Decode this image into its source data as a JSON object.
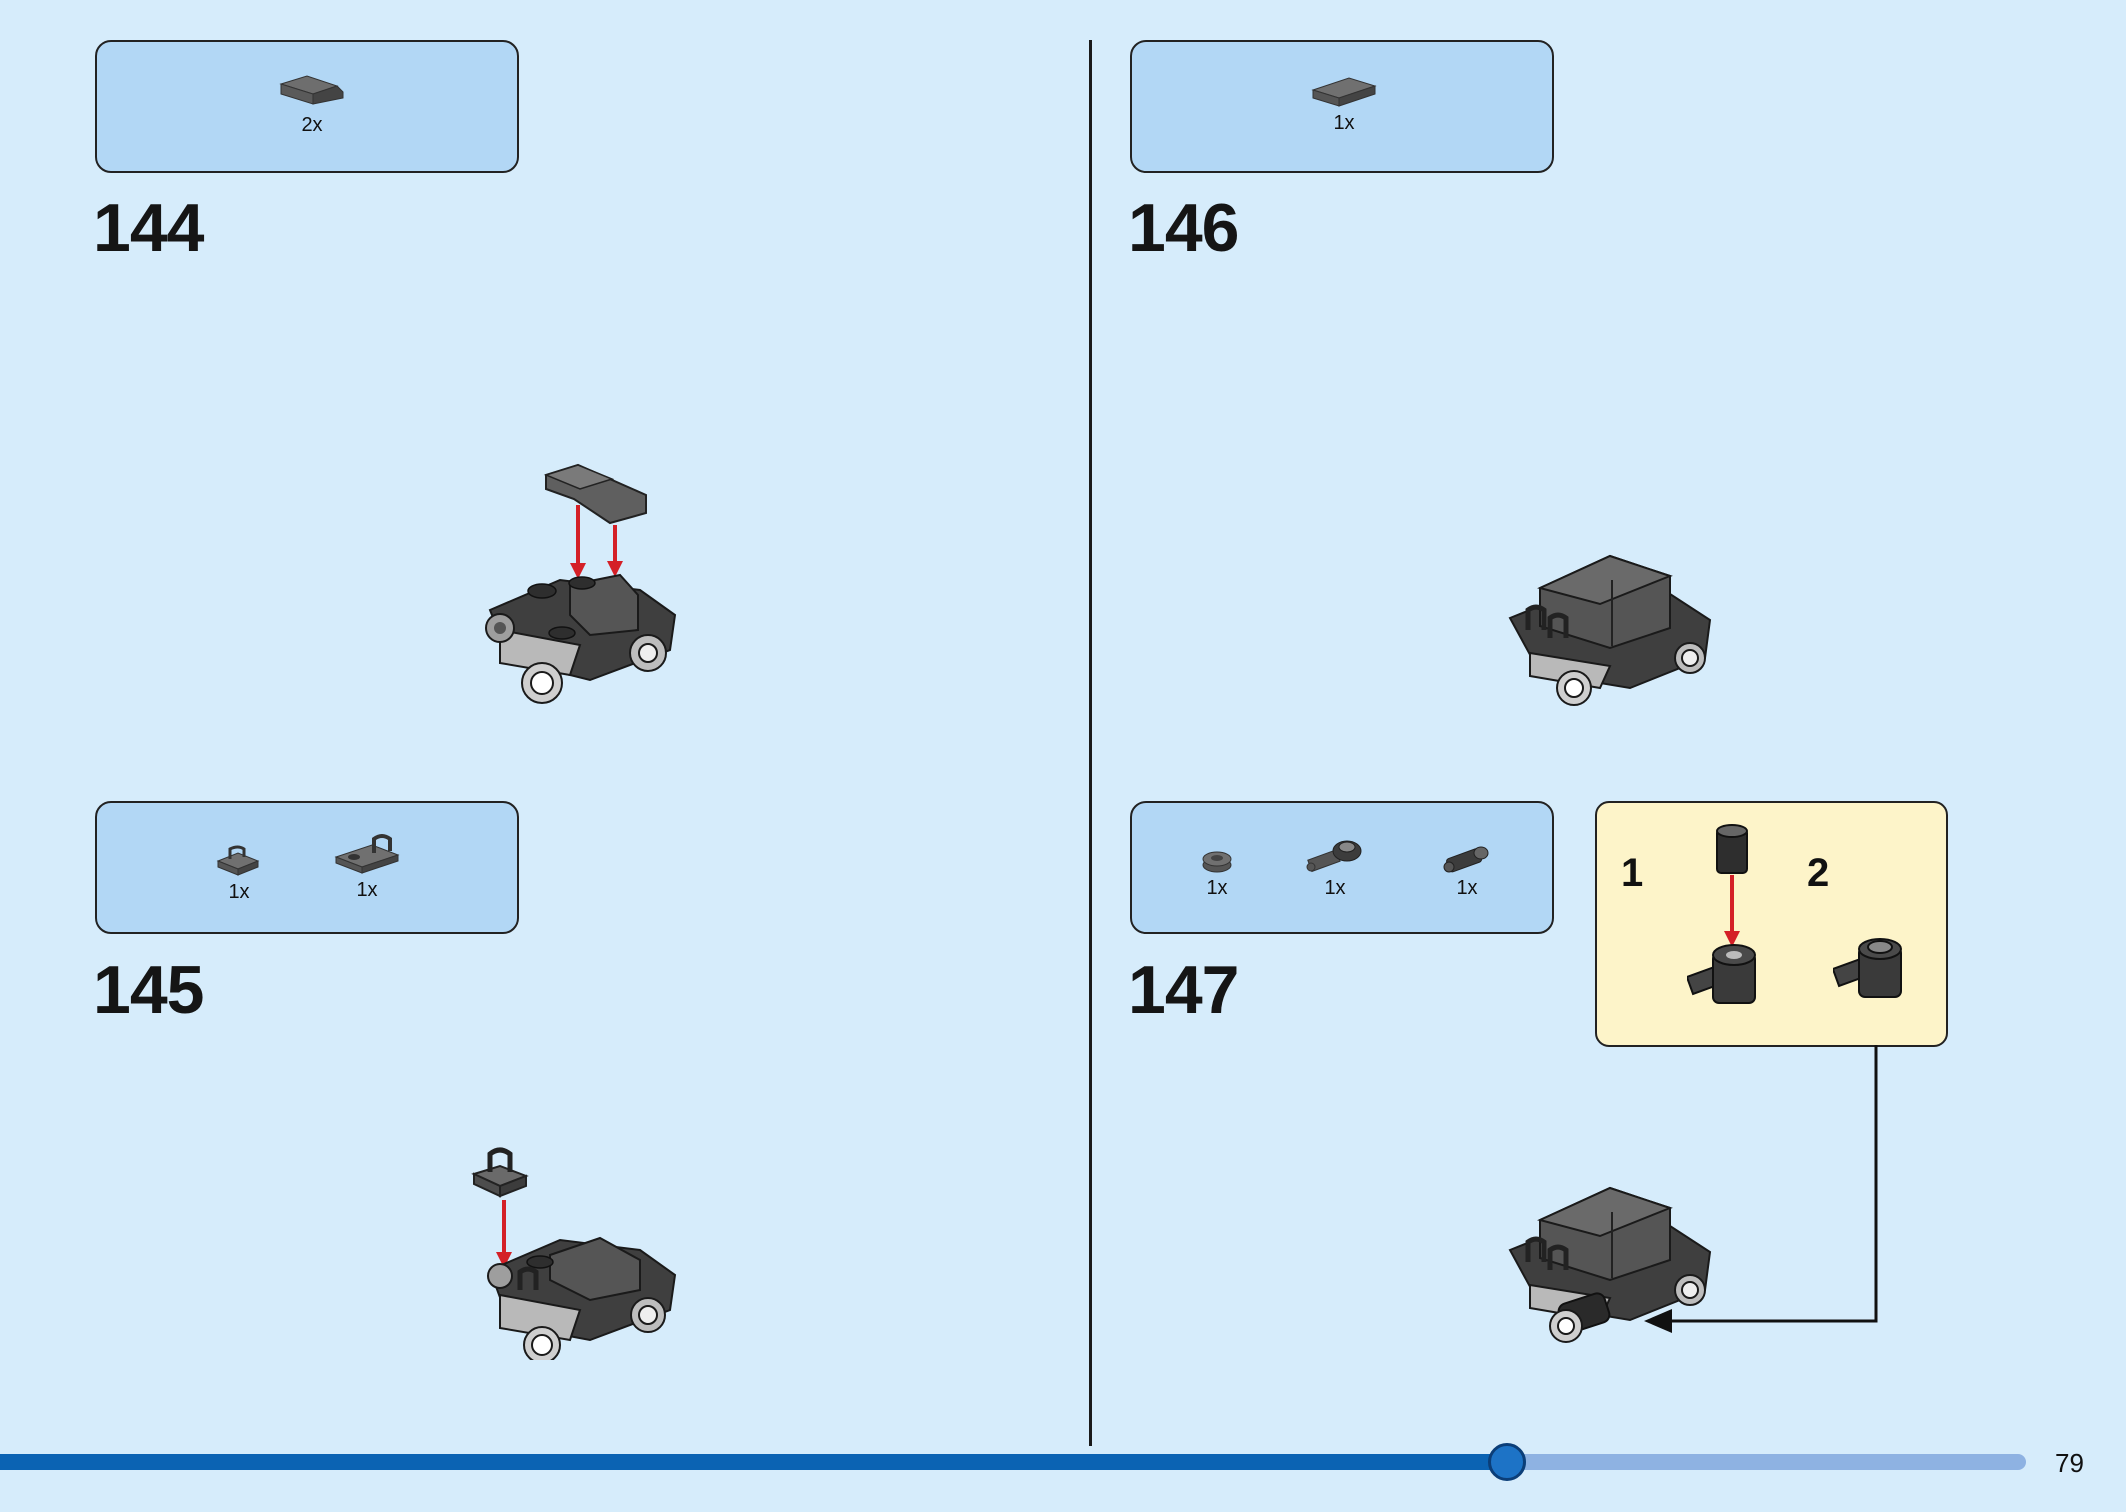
{
  "steps": [
    {
      "number": "144",
      "parts": [
        {
          "icon": "slope-brick-icon",
          "qty": "2x"
        }
      ]
    },
    {
      "number": "145",
      "parts": [
        {
          "icon": "clip-plate-icon",
          "qty": "1x"
        },
        {
          "icon": "clip-plate-1x2-icon",
          "qty": "1x"
        }
      ]
    },
    {
      "number": "146",
      "parts": [
        {
          "icon": "tile-2x2-icon",
          "qty": "1x"
        }
      ]
    },
    {
      "number": "147",
      "parts": [
        {
          "icon": "round-plate-icon",
          "qty": "1x"
        },
        {
          "icon": "bar-holder-icon",
          "qty": "1x"
        },
        {
          "icon": "axle-pin-icon",
          "qty": "1x"
        }
      ]
    }
  ],
  "sub_steps": [
    "1",
    "2"
  ],
  "progress": {
    "fraction": 0.744
  },
  "page_number": "79",
  "colors": {
    "background": "#d6ecfb",
    "parts_box": "#b2d7f5",
    "callout": "#fdf4c9",
    "arrow": "#d42027",
    "progress_fill": "#0b63b3",
    "progress_track": "#8eb2e2"
  }
}
